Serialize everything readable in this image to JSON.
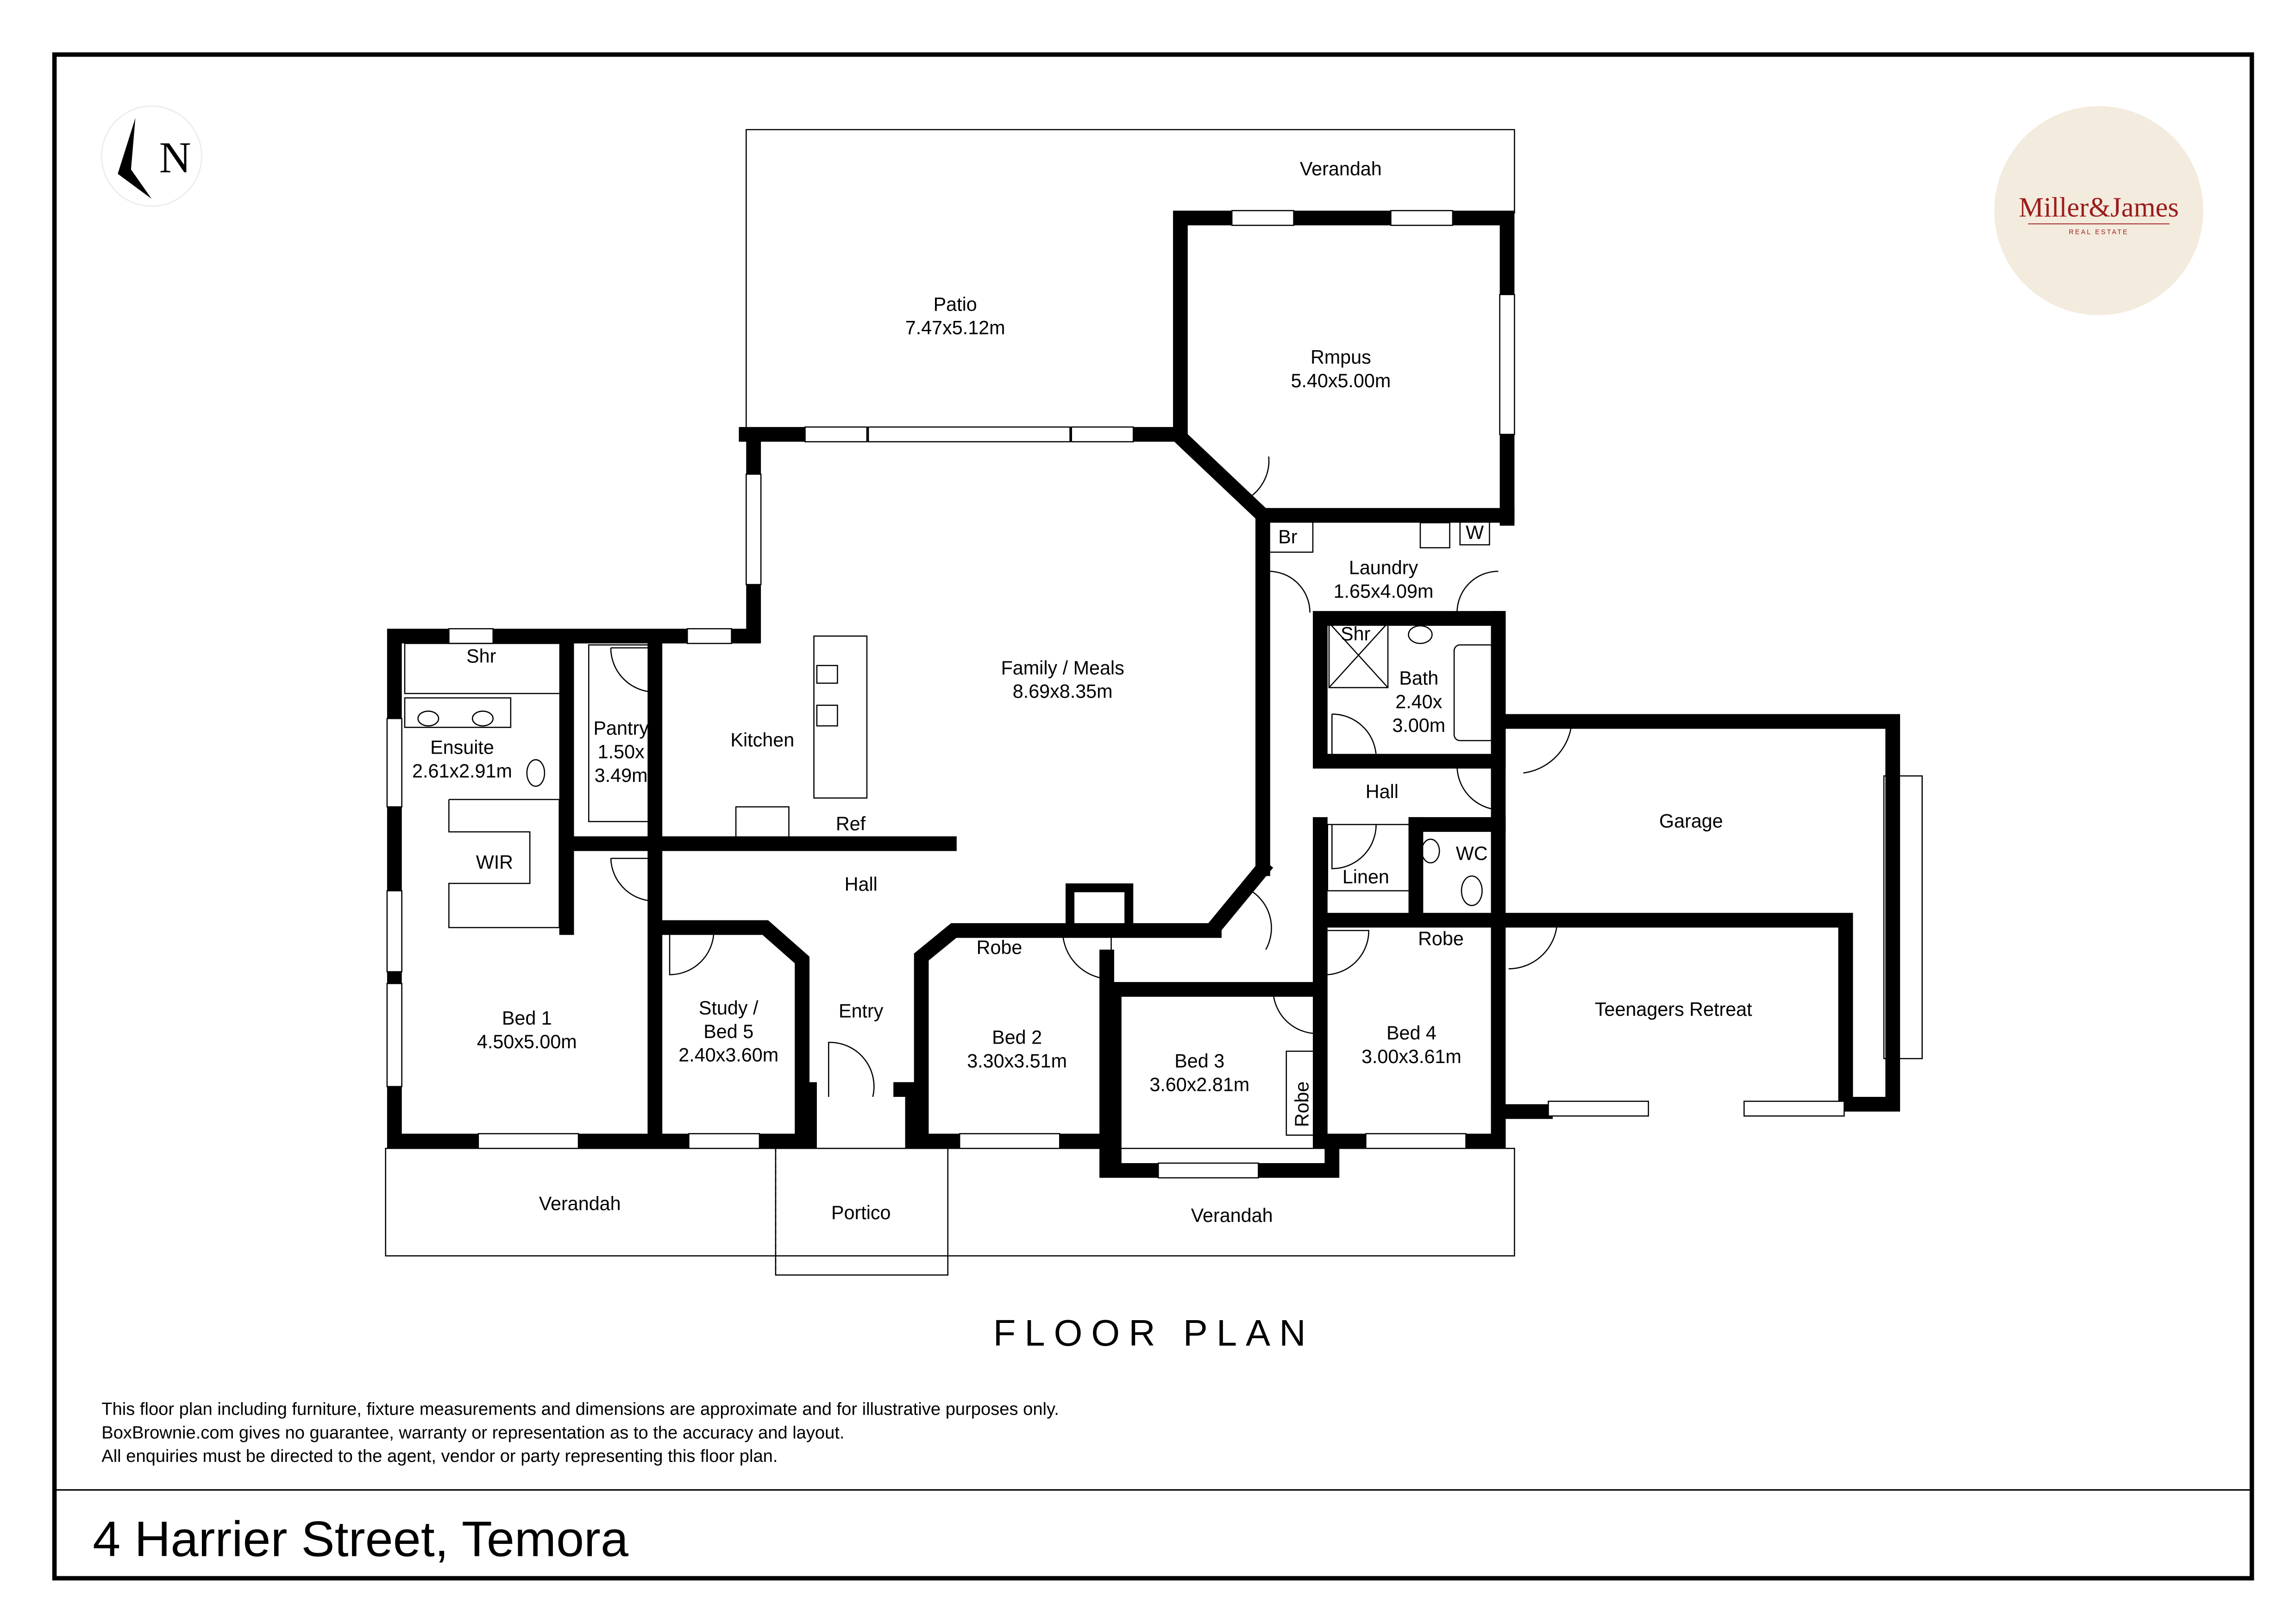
{
  "logo": {
    "name": "Miller&James",
    "tagline": "REAL ESTATE",
    "bg_color": "#f3ebdd",
    "text_color": "#9b1c1c"
  },
  "compass": {
    "label": "N"
  },
  "rooms": {
    "verandah_top": "Verandah",
    "patio": {
      "name": "Patio",
      "dims": "7.47x5.12m"
    },
    "rmpus": {
      "name": "Rmpus",
      "dims": "5.40x5.00m"
    },
    "br": "Br",
    "w": "W",
    "laundry": {
      "name": "Laundry",
      "dims": "1.65x4.09m"
    },
    "family": {
      "name": "Family / Meals",
      "dims": "8.69x8.35m"
    },
    "kitchen": "Kitchen",
    "ref": "Ref",
    "pantry": {
      "name": "Pantry",
      "dims1": "1.50x",
      "dims2": "3.49m"
    },
    "shr_ensuite": "Shr",
    "ensuite": {
      "name": "Ensuite",
      "dims": "2.61x2.91m"
    },
    "wir": "WIR",
    "shr_bath": "Shr",
    "bath": {
      "name": "Bath",
      "dims1": "2.40x",
      "dims2": "3.00m"
    },
    "hall_right": "Hall",
    "hall_center": "Hall",
    "wc": "WC",
    "linen": "Linen",
    "garage": "Garage",
    "robe_bed2": "Robe",
    "robe_bed4": "Robe",
    "robe_bed3": "Robe",
    "teen": "Teenagers Retreat",
    "bed1": {
      "name": "Bed 1",
      "dims": "4.50x5.00m"
    },
    "study": {
      "name1": "Study /",
      "name2": "Bed 5",
      "dims": "2.40x3.60m"
    },
    "entry": "Entry",
    "bed2": {
      "name": "Bed 2",
      "dims": "3.30x3.51m"
    },
    "bed3": {
      "name": "Bed 3",
      "dims": "3.60x2.81m"
    },
    "bed4": {
      "name": "Bed 4",
      "dims": "3.00x3.61m"
    },
    "verandah_left": "Verandah",
    "portico": "Portico",
    "verandah_right": "Verandah"
  },
  "plan_title": "FLOOR PLAN",
  "disclaimer": [
    "This floor plan including furniture, fixture measurements and dimensions are approximate and for illustrative purposes only.",
    "BoxBrownie.com gives no guarantee, warranty or representation as to the accuracy and layout.",
    "All enquiries must be directed to the agent, vendor or party representing this floor plan."
  ],
  "address": "4 Harrier Street, Temora"
}
